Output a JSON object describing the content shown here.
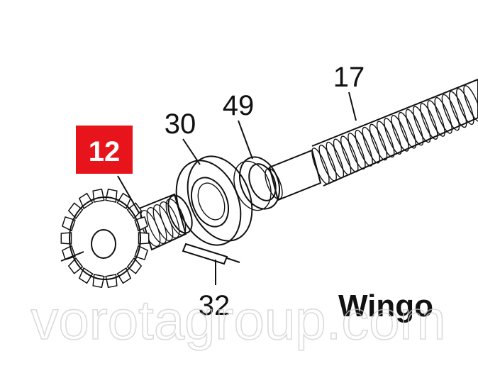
{
  "callouts": {
    "gear": "12",
    "bearing": "30",
    "ring": "49",
    "screw": "17",
    "pin": "32"
  },
  "brand": "Wingo",
  "watermark": "vorotagroup.com",
  "colors": {
    "highlight": "#e8141c",
    "line": "#111111"
  }
}
